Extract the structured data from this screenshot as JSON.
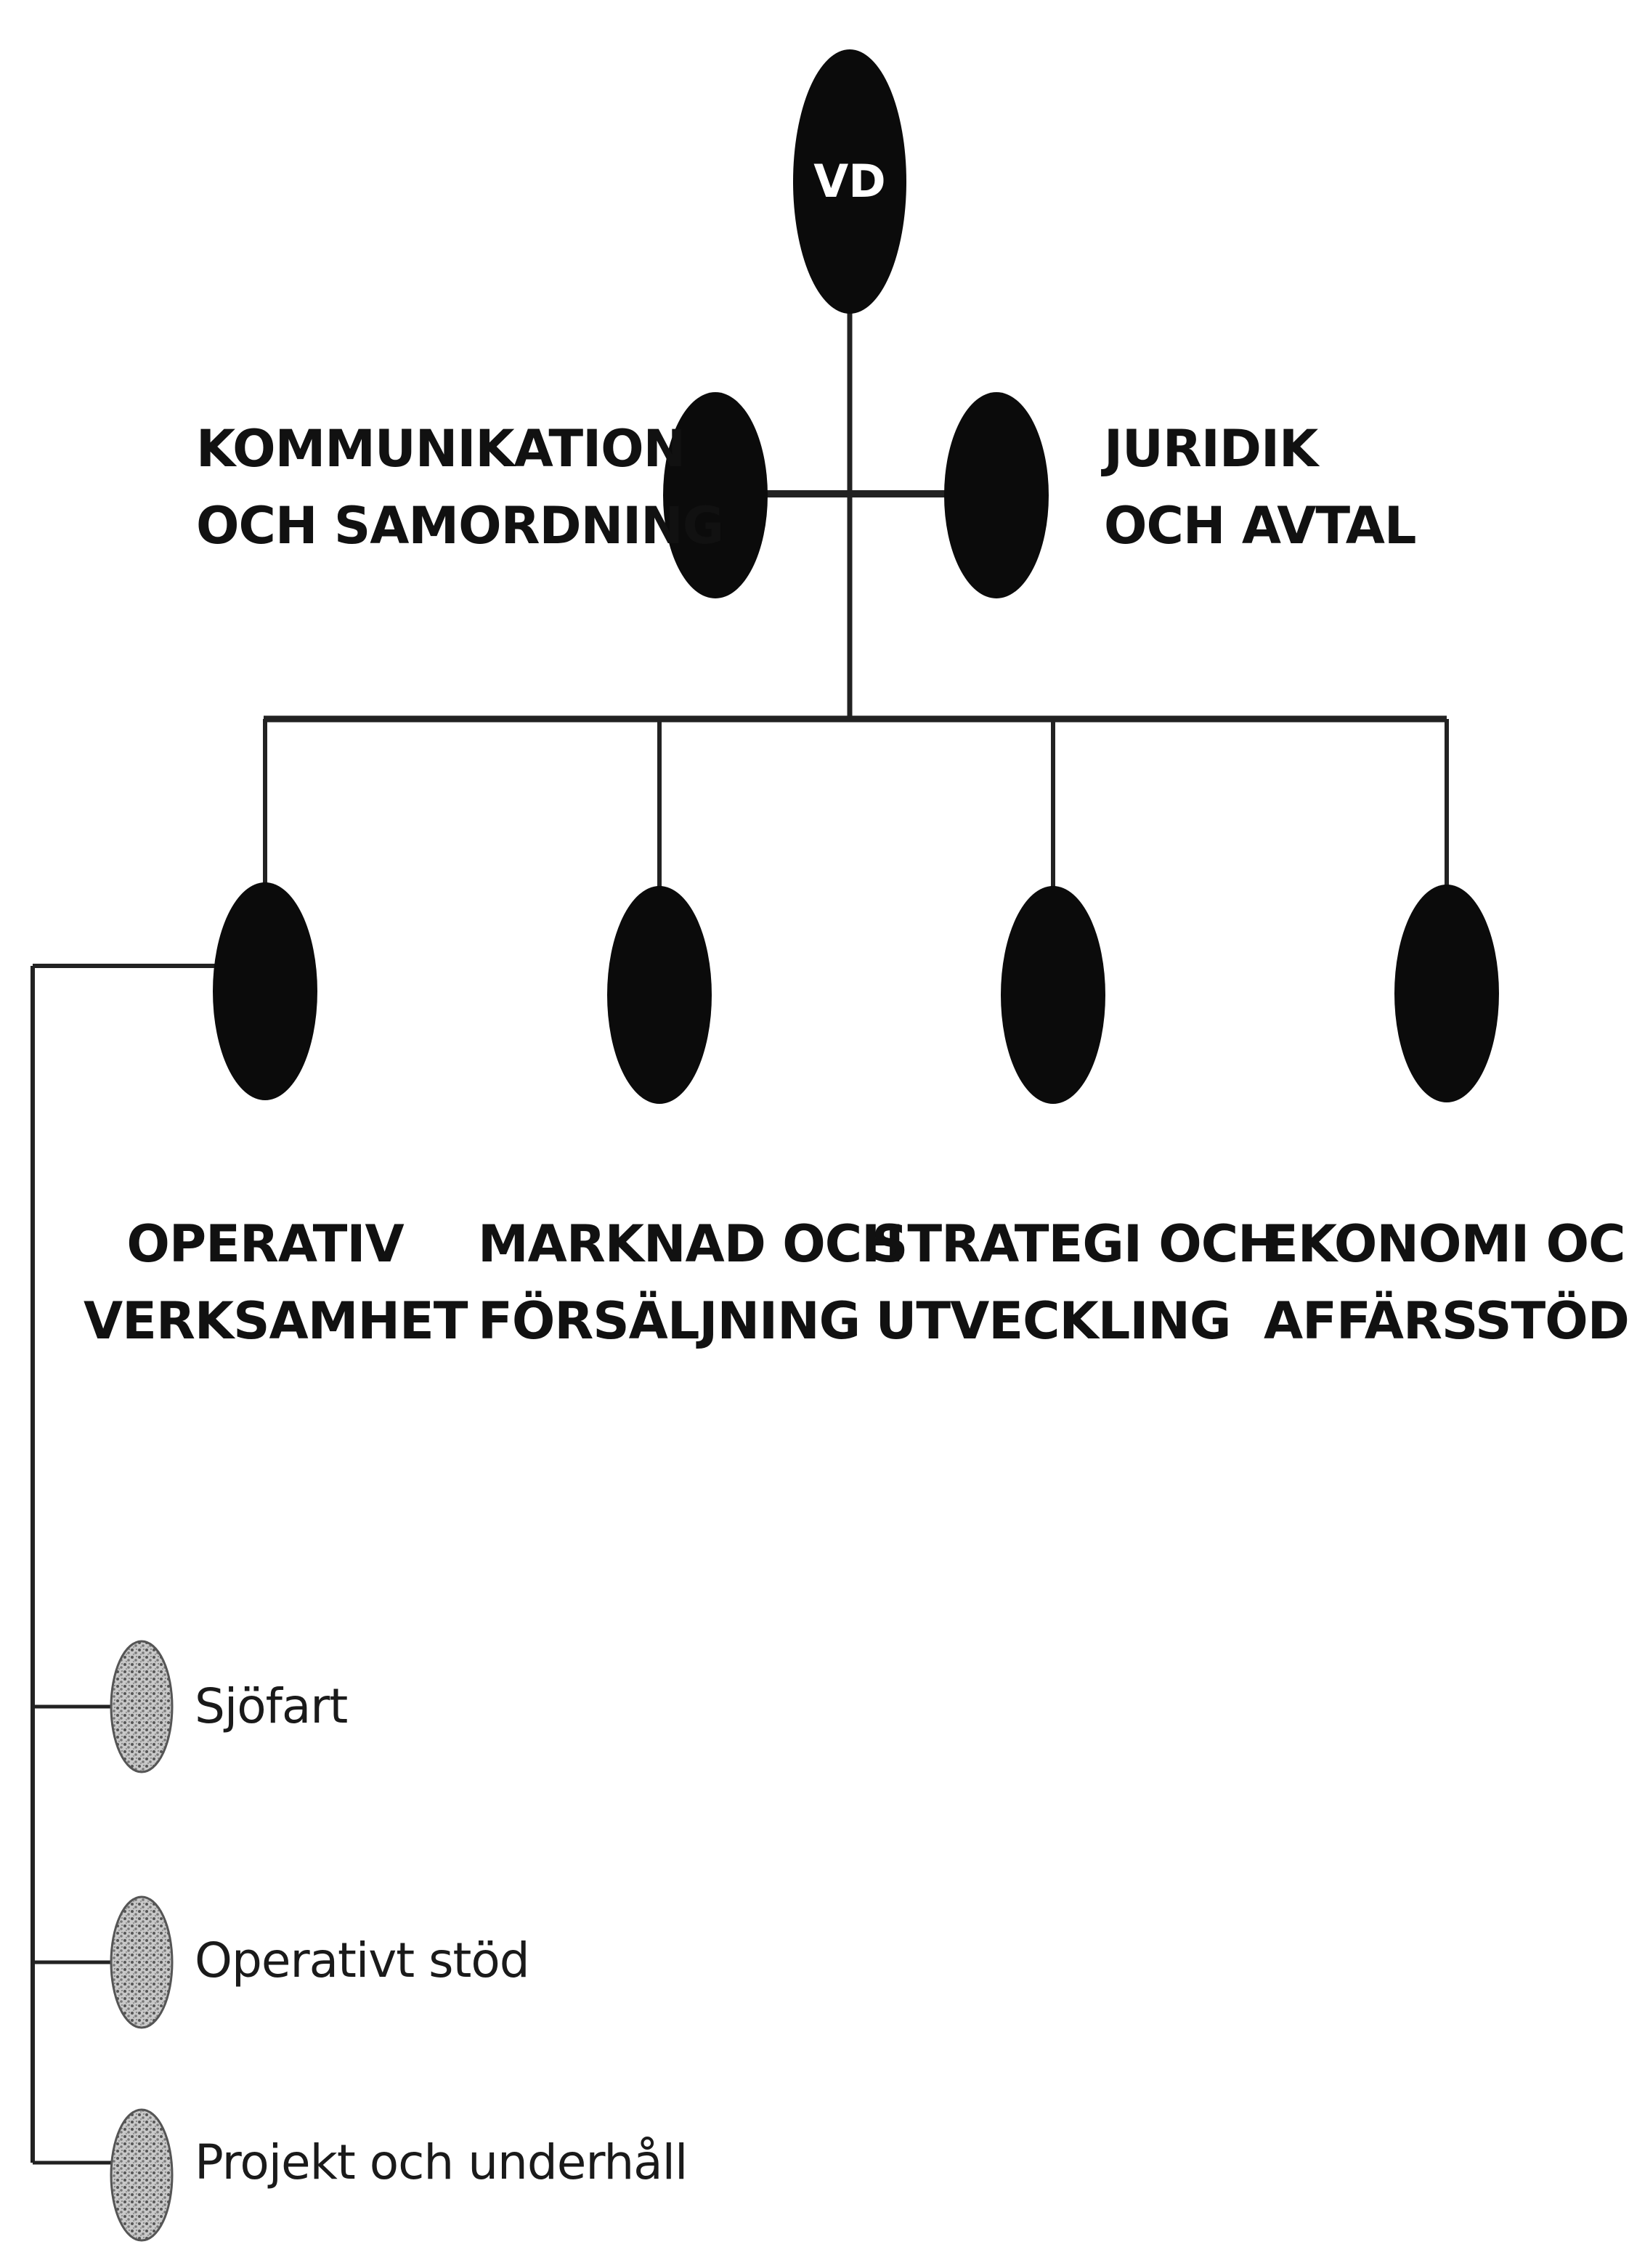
{
  "ceo": {
    "label": "VD"
  },
  "staff_units": [
    {
      "line1": "KOMMUNIKATION",
      "line2": "OCH SAMORDNING"
    },
    {
      "line1": "JURIDIK",
      "line2": "OCH AVTAL"
    }
  ],
  "departments": [
    {
      "line1": "OPERATIV",
      "line2": "VERKSAMHET"
    },
    {
      "line1": "MARKNAD OCH",
      "line2": "FÖRSÄLJNING"
    },
    {
      "line1": "STRATEGI OCH",
      "line2": "UTVECKLING"
    },
    {
      "line1": "EKONOMI OCH",
      "line2": "AFFÄRSSTÖD"
    }
  ],
  "sub_units": [
    {
      "label": "Sjöfart"
    },
    {
      "label": "Operativt stöd"
    },
    {
      "label": "Projekt och underhåll"
    }
  ]
}
